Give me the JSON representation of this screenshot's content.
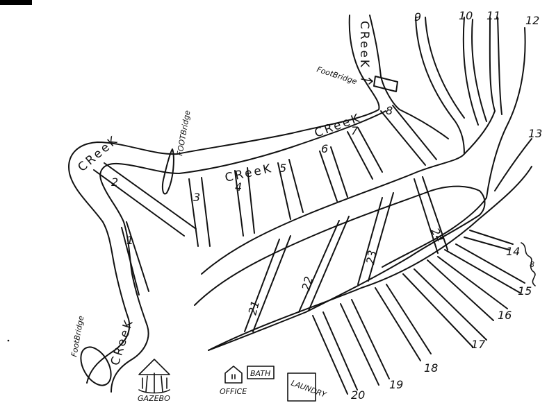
{
  "map": {
    "creek_label": "CReeK",
    "footbridge_label": "FootBridge",
    "footbridge_label_lower": "FOOTBridge",
    "office_label": "OFFICE",
    "bath_label": "BATH",
    "laundry_label": "LAUNDRY",
    "gazebo_label": "GAZEBO",
    "extra_mark": "8",
    "sites": [
      "1",
      "2",
      "3",
      "4",
      "5",
      "6",
      "7",
      "8",
      "9",
      "10",
      "11",
      "12",
      "13",
      "14",
      "15",
      "16",
      "17",
      "18",
      "19",
      "20",
      "21",
      "22",
      "23",
      "24"
    ]
  }
}
